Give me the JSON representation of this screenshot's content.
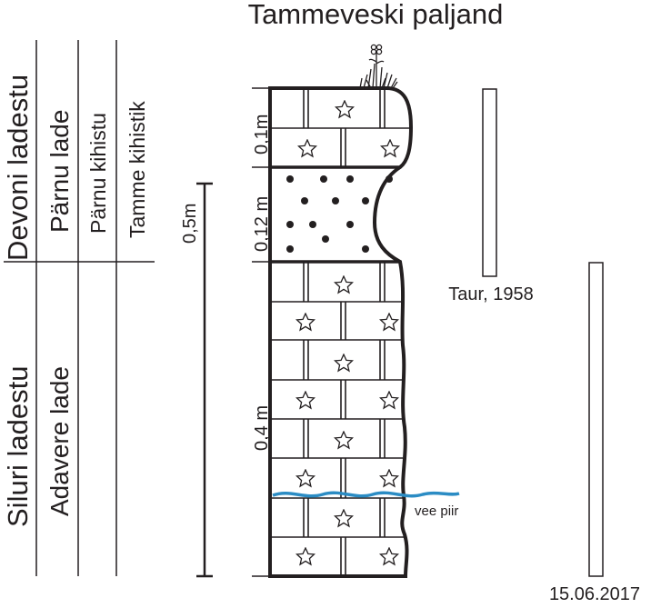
{
  "title": "Tammeveski paljand",
  "stratigraphy": {
    "devon": {
      "system": "Devoni ladestu",
      "stage": "Pärnu lade",
      "formation": "Pärnu kihistu",
      "member": "Tamme kihistik"
    },
    "silur": {
      "system": "Siluri ladestu",
      "stage": "Adavere lade"
    }
  },
  "measurements": {
    "top_layer": "0,1m",
    "middle_layer": "0,12 m",
    "bottom_layer": "0,4 m",
    "scale_bar": "0,5m"
  },
  "labels": {
    "water_level": "vee piir",
    "reference_old": "Taur, 1958",
    "reference_new": "15.06.2017"
  },
  "colors": {
    "ink": "#231f20",
    "water": "#2b8cc4"
  }
}
